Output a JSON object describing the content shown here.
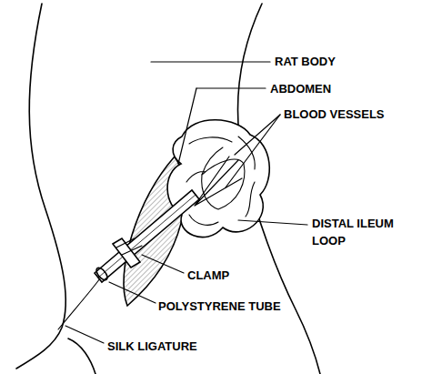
{
  "diagram": {
    "labels": [
      "RAT BODY",
      "ABDOMEN",
      "BLOOD VESSELS",
      "DISTAL ILEUM LOOP",
      "CLAMP",
      "POLYSTYRENE TUBE",
      "SILK LIGATURE"
    ]
  }
}
